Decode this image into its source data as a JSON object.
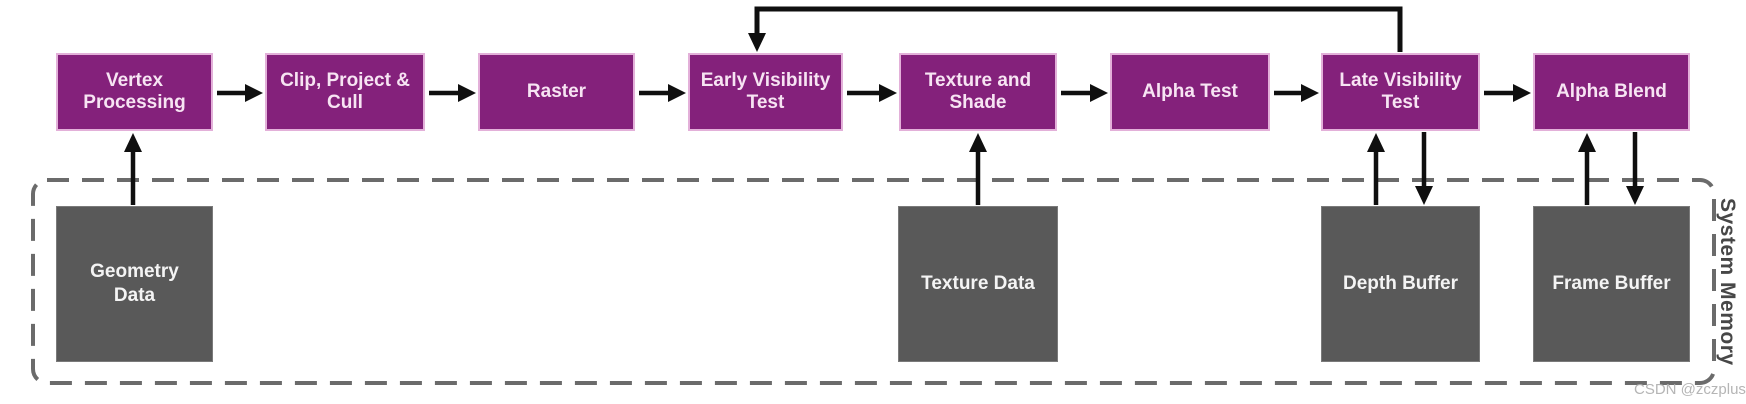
{
  "diagram": {
    "pipeline_stages": [
      "Vertex Processing",
      "Clip, Project & Cull",
      "Raster",
      "Early Visibility Test",
      "Texture and Shade",
      "Alpha Test",
      "Late Visibility Test",
      "Alpha Blend"
    ],
    "memory_blocks": [
      "Geometry Data",
      "Texture Data",
      "Depth Buffer",
      "Frame Buffer"
    ],
    "container_label": "System Memory",
    "watermark": "CSDN @zczplus",
    "edges": [
      {
        "from": "Vertex Processing",
        "to": "Clip, Project & Cull",
        "type": "flow"
      },
      {
        "from": "Clip, Project & Cull",
        "to": "Raster",
        "type": "flow"
      },
      {
        "from": "Raster",
        "to": "Early Visibility Test",
        "type": "flow"
      },
      {
        "from": "Early Visibility Test",
        "to": "Texture and Shade",
        "type": "flow"
      },
      {
        "from": "Texture and Shade",
        "to": "Alpha Test",
        "type": "flow"
      },
      {
        "from": "Alpha Test",
        "to": "Late Visibility Test",
        "type": "flow"
      },
      {
        "from": "Late Visibility Test",
        "to": "Alpha Blend",
        "type": "flow"
      },
      {
        "from": "Geometry Data",
        "to": "Vertex Processing",
        "type": "memory-read"
      },
      {
        "from": "Texture Data",
        "to": "Texture and Shade",
        "type": "memory-read"
      },
      {
        "from": "Depth Buffer",
        "to": "Late Visibility Test",
        "type": "memory-read"
      },
      {
        "from": "Late Visibility Test",
        "to": "Depth Buffer",
        "type": "memory-write"
      },
      {
        "from": "Frame Buffer",
        "to": "Alpha Blend",
        "type": "memory-read"
      },
      {
        "from": "Alpha Blend",
        "to": "Frame Buffer",
        "type": "memory-write"
      },
      {
        "from": "Late Visibility Test",
        "to": "Early Visibility Test",
        "type": "feedback"
      }
    ],
    "colors": {
      "stage_fill": "#84217B",
      "stage_border": "#E3B0D9",
      "stage_text": "#F7E4F3",
      "memory_fill": "#595959",
      "memory_text": "#F4F4F4",
      "dashed_border": "#6B6B6B",
      "arrow": "#0F0F0F",
      "background": "#FFFFFF"
    }
  }
}
